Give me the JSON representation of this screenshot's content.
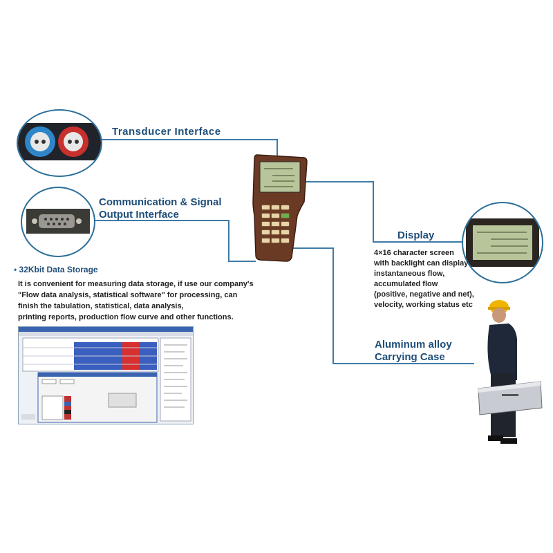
{
  "labels": {
    "transducer": "Transducer  Interface",
    "comm_line1": "Communication & Signal",
    "comm_line2": "Output Interface",
    "display": "Display",
    "case_line1": "Aluminum alloy",
    "case_line2": "Carrying Case"
  },
  "storage": {
    "bullet": "•",
    "title": "32Kbit Data Storage",
    "lines": [
      "It is convenient for measuring data storage, if use our company's",
      "\"Flow data analysis, statistical software\"  for processing, can",
      "finish the tabulation, statistical, data analysis,",
      "printing reports, production flow curve and other functions."
    ]
  },
  "display_desc": {
    "lines": [
      "4×16 character screen",
      "with backlight can  display",
      "instantaneous flow,",
      "accumulated flow",
      "(positive, negative and net),",
      "velocity, working status etc"
    ]
  },
  "colors": {
    "connector_line": "#3e7aa6",
    "label_text": "#1f4e79",
    "device_body": "#6b3a24",
    "lcd": "#b8c59a",
    "connector_blue": "#2e86c8",
    "connector_red": "#c8302e",
    "helmet": "#f0b400"
  },
  "icons": {
    "transducer_connectors": "dual-round-connectors",
    "serial_port": "db9-connector",
    "device": "handheld-flowmeter",
    "software": "software-window",
    "worker": "person-with-case"
  }
}
